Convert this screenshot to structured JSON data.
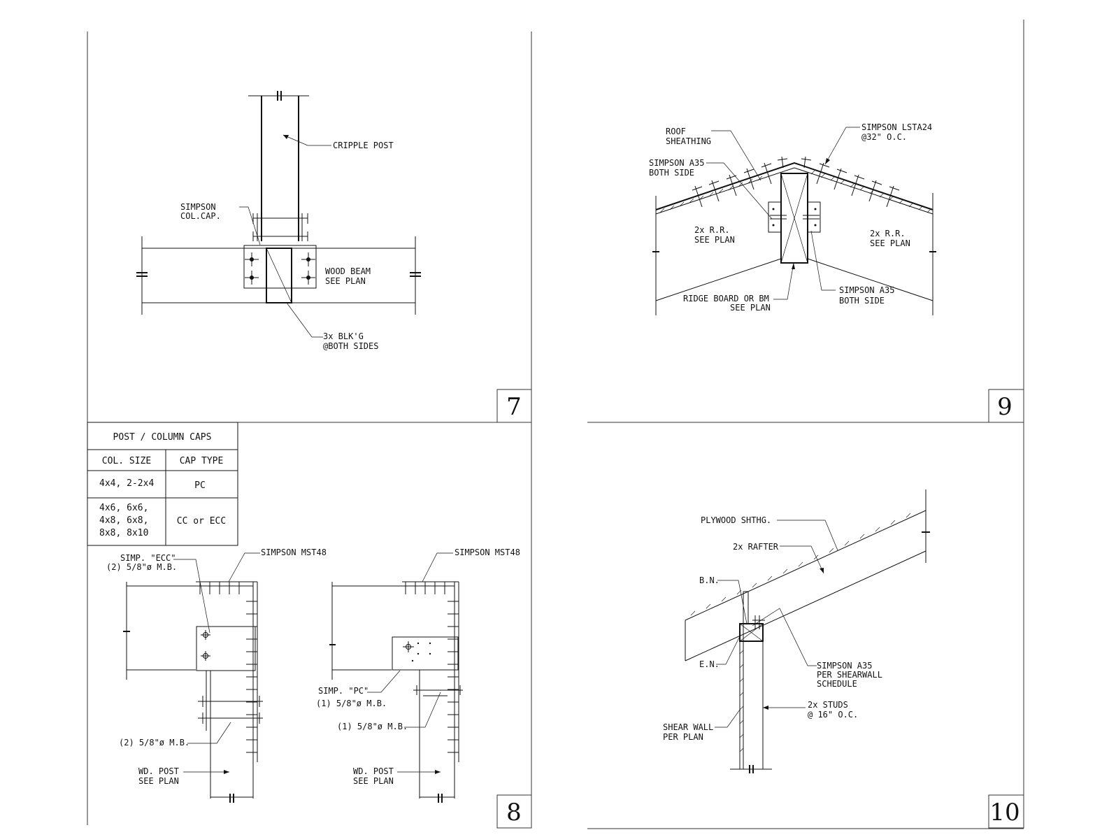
{
  "details": {
    "d7": {
      "number": "7",
      "cripple_post": "CRIPPLE POST",
      "col_cap_1": "SIMPSON",
      "col_cap_2": "COL.CAP.",
      "beam_1": "WOOD BEAM",
      "beam_2": "SEE PLAN",
      "blkg_1": "3x BLK'G",
      "blkg_2": "@BOTH SIDES"
    },
    "d8": {
      "number": "8",
      "table": {
        "title": "POST / COLUMN CAPS",
        "headers": [
          "COL. SIZE",
          "CAP TYPE"
        ],
        "rows": [
          {
            "size_lines": [
              "4x4, 2-2x4"
            ],
            "cap": "PC"
          },
          {
            "size_lines": [
              "4x6, 6x6,",
              "4x8, 6x8,",
              "8x8, 8x10"
            ],
            "cap": "CC or ECC"
          }
        ]
      },
      "left": {
        "mst": "SIMPSON MST48",
        "ecc_1": "SIMP. \"ECC\"",
        "ecc_2": "(2) 5/8\"ø M.B.",
        "mb": "(2) 5/8\"ø M.B.",
        "post_1": "WD. POST",
        "post_2": "SEE PLAN"
      },
      "right": {
        "mst": "SIMPSON MST48",
        "pc_1": "SIMP. \"PC\"",
        "pc_2": "(1) 5/8\"ø M.B.",
        "mb": "(1) 5/8\"ø M.B.",
        "post_1": "WD. POST",
        "post_2": "SEE PLAN"
      }
    },
    "d9": {
      "number": "9",
      "roof_1": "ROOF",
      "roof_2": "SHEATHING",
      "lsta_1": "SIMPSON LSTA24",
      "lsta_2": "@32\" O.C.",
      "a35_l_1": "SIMPSON A35",
      "a35_l_2": "BOTH SIDE",
      "rr_l_1": "2x R.R.",
      "rr_l_2": "SEE PLAN",
      "rr_r_1": "2x R.R.",
      "rr_r_2": "SEE PLAN",
      "ridge_1": "RIDGE BOARD OR BM",
      "ridge_2": "SEE PLAN",
      "a35_r_1": "SIMPSON A35",
      "a35_r_2": "BOTH SIDE"
    },
    "d10": {
      "number": "10",
      "ply": "PLYWOOD SHTHG.",
      "rafter": "2x RAFTER",
      "bn": "B.N.",
      "en": "E.N.",
      "a35_1": "SIMPSON A35",
      "a35_2": "PER SHEARWALL",
      "a35_3": "SCHEDULE",
      "studs_1": "2x STUDS",
      "studs_2": "@ 16\" O.C.",
      "shear_1": "SHEAR WALL",
      "shear_2": "PER PLAN"
    }
  }
}
